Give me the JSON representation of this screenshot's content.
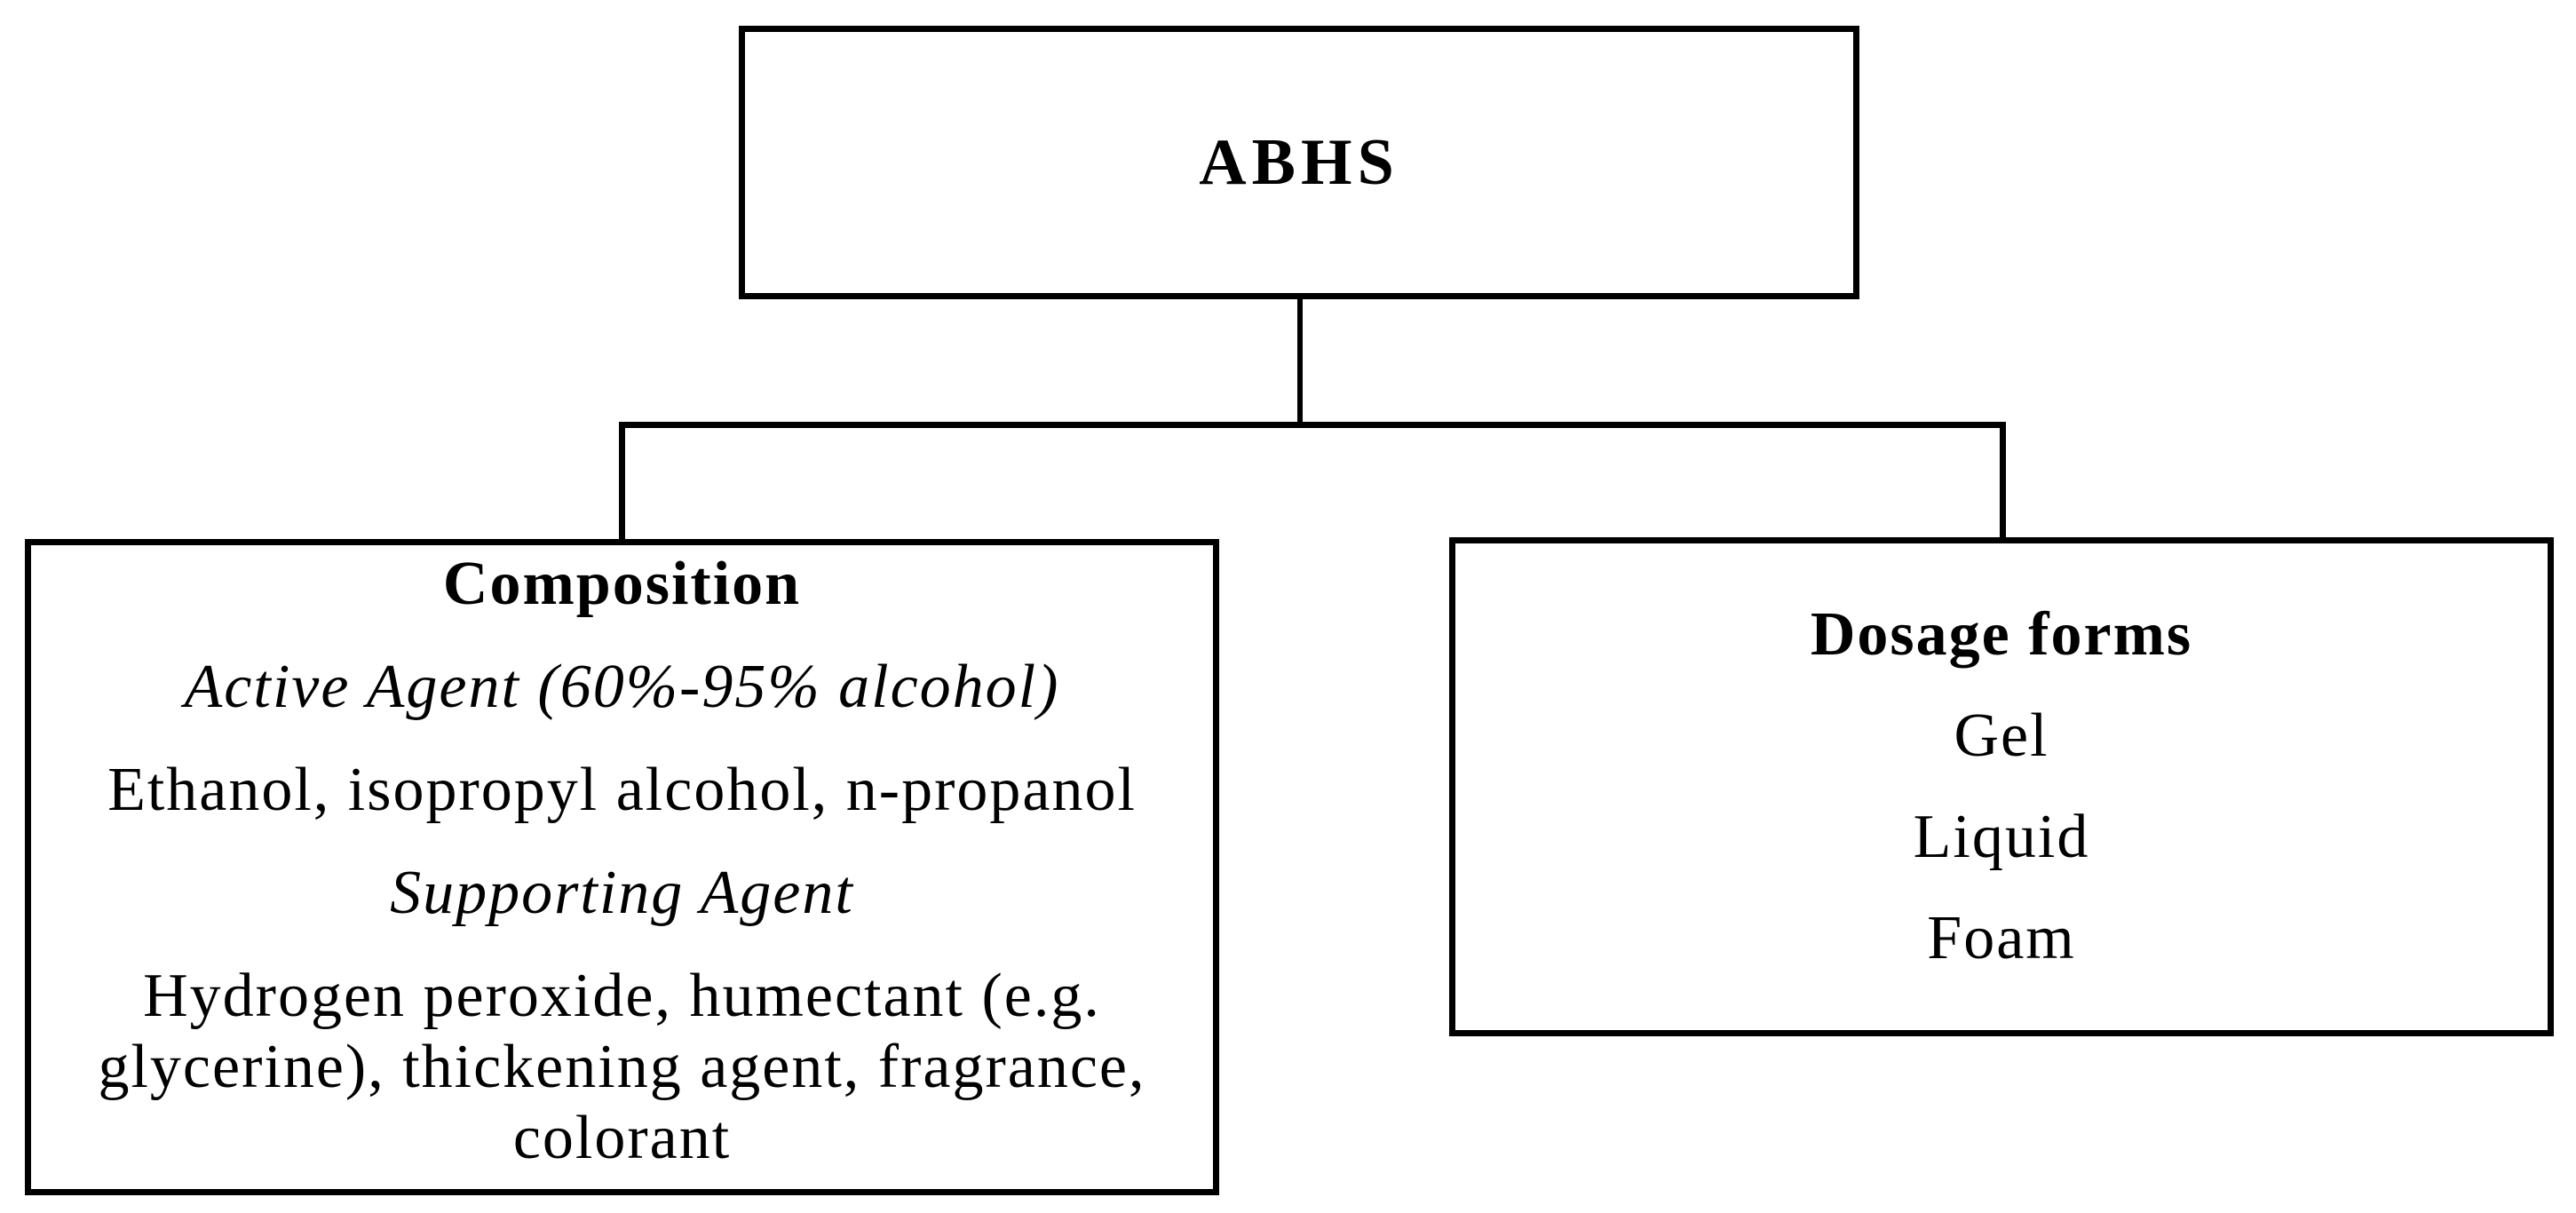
{
  "colors": {
    "background": "#ffffff",
    "line": "#000000",
    "text": "#000000"
  },
  "nodes": {
    "root": {
      "label": "ABHS"
    },
    "composition": {
      "title": "Composition",
      "active_agent_heading": "Active Agent (60%-95% alcohol)",
      "active_agent_detail": "Ethanol, isopropyl alcohol, n-propanol",
      "supporting_agent_heading": "Supporting Agent",
      "supporting_agent_detail": "Hydrogen peroxide, humectant (e.g. glycerine), thickening agent, fragrance, colorant"
    },
    "dosage_forms": {
      "title": "Dosage forms",
      "items": [
        "Gel",
        "Liquid",
        "Foam"
      ]
    }
  }
}
